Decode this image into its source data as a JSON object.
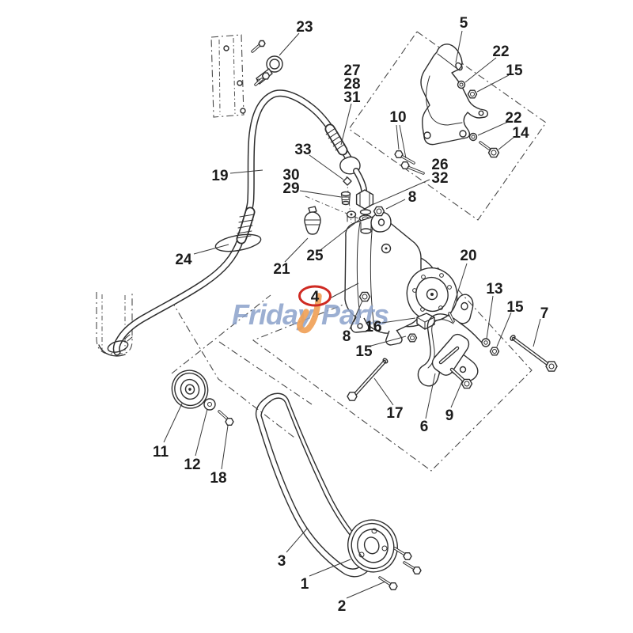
{
  "diagram": {
    "kind": "exploded-parts-diagram",
    "subject": "A/C compressor mounting assembly",
    "background": "#ffffff",
    "line_color": "#2e2e2e"
  },
  "watermark": {
    "left": "Friday",
    "right": "Parts",
    "text_color": "#8ba2cb",
    "swoosh_color": "#f0a158",
    "swoosh_icon": "orange-swoosh"
  },
  "highlight": {
    "text": "4",
    "ellipse_color": "#cf2a22"
  },
  "callouts": [
    {
      "text": "23"
    },
    {
      "text": "5"
    },
    {
      "text": "22"
    },
    {
      "text": "15"
    },
    {
      "text": "10"
    },
    {
      "text": "22"
    },
    {
      "text": "14"
    },
    {
      "text": "27"
    },
    {
      "text": "28"
    },
    {
      "text": "31"
    },
    {
      "text": "33"
    },
    {
      "text": "30"
    },
    {
      "text": "29"
    },
    {
      "text": "26"
    },
    {
      "text": "32"
    },
    {
      "text": "8"
    },
    {
      "text": "19"
    },
    {
      "text": "24"
    },
    {
      "text": "21"
    },
    {
      "text": "25"
    },
    {
      "text": "20"
    },
    {
      "text": "13"
    },
    {
      "text": "15"
    },
    {
      "text": "7"
    },
    {
      "text": "16"
    },
    {
      "text": "8"
    },
    {
      "text": "15"
    },
    {
      "text": "17"
    },
    {
      "text": "6"
    },
    {
      "text": "9"
    },
    {
      "text": "11"
    },
    {
      "text": "12"
    },
    {
      "text": "18"
    },
    {
      "text": "3"
    },
    {
      "text": "1"
    },
    {
      "text": "2"
    }
  ]
}
